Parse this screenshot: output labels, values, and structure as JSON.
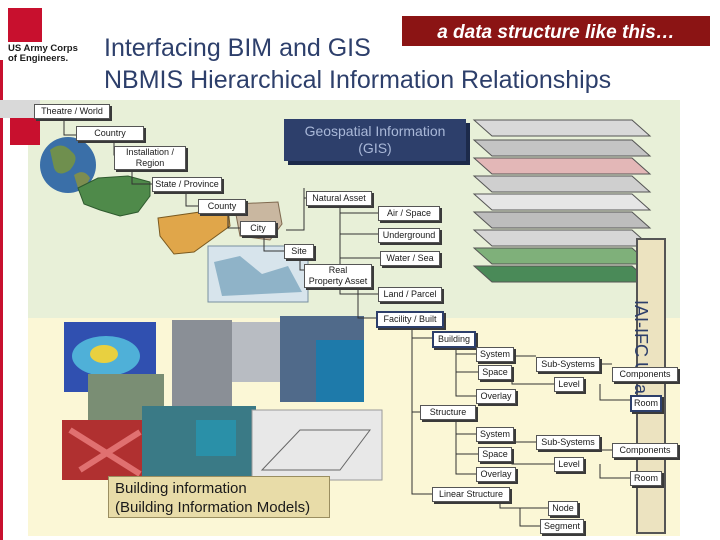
{
  "logo": {
    "lines": [
      "US Army Corps",
      "of Engineers."
    ]
  },
  "title": "Interfacing BIM and GIS",
  "subtitle": "NBMIS Hierarchical Information Relationships",
  "callout": "a data structure like this…",
  "gis_box": {
    "line1": "Geospatial Information",
    "line2": "(GIS)"
  },
  "bim_box": {
    "line1": "Building information",
    "line2": "(Building Information Models)"
  },
  "ifc_label": "IAI-IFC Usage",
  "nodes": {
    "theatre": "Theatre / World",
    "country": "Country",
    "installation_1": "Installation /",
    "installation_2": "Region",
    "state": "State / Province",
    "county": "County",
    "city": "City",
    "site": "Site",
    "real_1": "Real",
    "real_2": "Property Asset",
    "natural": "Natural Asset",
    "air": "Air / Space",
    "underground": "Underground",
    "water": "Water / Sea",
    "land": "Land / Parcel",
    "facility": "Facility / Built",
    "building": "Building",
    "system1": "System",
    "space1": "Space",
    "overlay1": "Overlay",
    "subsystems1": "Sub-Systems",
    "level1": "Level",
    "components1": "Components",
    "room1": "Room",
    "structure": "Structure",
    "system2": "System",
    "space2": "Space",
    "overlay2": "Overlay",
    "subsystems2": "Sub-Systems",
    "level2": "Level",
    "components2": "Components",
    "room2": "Room",
    "linear": "Linear Structure",
    "node": "Node",
    "segment": "Segment"
  },
  "colors": {
    "brand": "#c8102e",
    "navy": "#2d3f6b",
    "callout": "#8b1414"
  }
}
